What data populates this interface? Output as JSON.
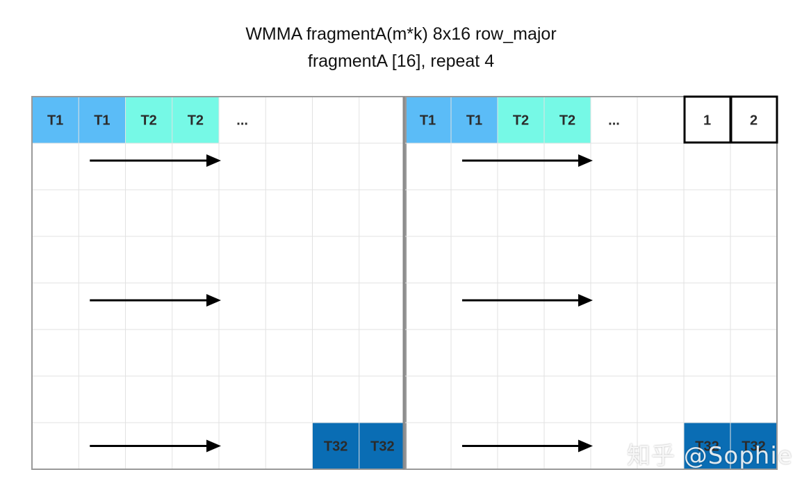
{
  "title": {
    "line1": "WMMA fragmentA(m*k) 8x16 row_major",
    "line2": "fragmentA [16], repeat 4"
  },
  "grid": {
    "rows": 8,
    "cols_per_block": 8,
    "blocks": 2
  },
  "colors": {
    "t1": "#5bbcf7",
    "t2": "#76f9e6",
    "t32": "#0a6db4",
    "grid_line": "#e2e2e2",
    "border": "#999999",
    "arrow": "#000000",
    "legend_border": "#000000"
  },
  "cells": [
    {
      "block": 0,
      "row": 0,
      "col": 0,
      "label": "T1",
      "kind": "t1"
    },
    {
      "block": 0,
      "row": 0,
      "col": 1,
      "label": "T1",
      "kind": "t1"
    },
    {
      "block": 0,
      "row": 0,
      "col": 2,
      "label": "T2",
      "kind": "t2"
    },
    {
      "block": 0,
      "row": 0,
      "col": 3,
      "label": "T2",
      "kind": "t2"
    },
    {
      "block": 0,
      "row": 0,
      "col": 4,
      "label": "...",
      "kind": "plain"
    },
    {
      "block": 0,
      "row": 7,
      "col": 6,
      "label": "T32",
      "kind": "t32"
    },
    {
      "block": 0,
      "row": 7,
      "col": 7,
      "label": "T32",
      "kind": "t32"
    },
    {
      "block": 1,
      "row": 0,
      "col": 0,
      "label": "T1",
      "kind": "t1"
    },
    {
      "block": 1,
      "row": 0,
      "col": 1,
      "label": "T1",
      "kind": "t1"
    },
    {
      "block": 1,
      "row": 0,
      "col": 2,
      "label": "T2",
      "kind": "t2"
    },
    {
      "block": 1,
      "row": 0,
      "col": 3,
      "label": "T2",
      "kind": "t2"
    },
    {
      "block": 1,
      "row": 0,
      "col": 4,
      "label": "...",
      "kind": "plain"
    },
    {
      "block": 1,
      "row": 7,
      "col": 6,
      "label": "T32",
      "kind": "t32"
    },
    {
      "block": 1,
      "row": 7,
      "col": 7,
      "label": "T32",
      "kind": "t32"
    }
  ],
  "legend": [
    {
      "block": 1,
      "row": 0,
      "col": 6,
      "label": "1"
    },
    {
      "block": 1,
      "row": 0,
      "col": 7,
      "label": "2"
    }
  ],
  "arrows": [
    {
      "block": 0,
      "row": 1
    },
    {
      "block": 0,
      "row": 4
    },
    {
      "block": 0,
      "row": 7
    },
    {
      "block": 1,
      "row": 1
    },
    {
      "block": 1,
      "row": 4
    },
    {
      "block": 1,
      "row": 7
    }
  ],
  "watermark": "知乎 @Sophie"
}
